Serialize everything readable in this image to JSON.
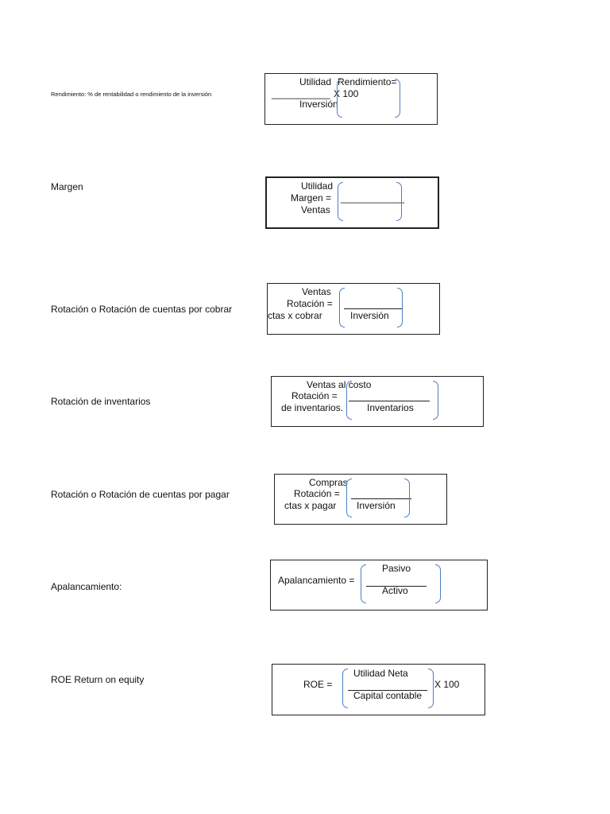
{
  "rows": {
    "rendimiento": {
      "label": "Rendimiento: % de rentabilidad o rendimiento de la inversión",
      "numerator": "Utilidad",
      "name": "Rendimiento=",
      "rule_text": "___________",
      "multiplier": "X 100",
      "denominator": "Inversión"
    },
    "margen": {
      "label": "Margen",
      "numerator": "Utilidad",
      "name": "Margen =",
      "rule_text": "____________",
      "denominator": "Ventas"
    },
    "rotacion_cobrar": {
      "label": "Rotación o Rotación de cuentas por cobrar",
      "numerator": "Ventas",
      "name_line1": "Rotación  =",
      "name_line2": "ctas x cobrar",
      "denominator": "Inversión"
    },
    "rotacion_inventarios": {
      "label": "Rotación de inventarios",
      "numerator": "Ventas al costo",
      "name_line1": "Rotación  =",
      "name_line2": "de inventarios.",
      "denominator": "Inventarios"
    },
    "rotacion_pagar": {
      "label": "Rotación o Rotación de cuentas por pagar",
      "numerator": "Compras",
      "name_line1": "Rotación  =",
      "name_line2": "ctas x pagar",
      "denominator": "Inversión"
    },
    "apalancamiento": {
      "label": "Apalancamiento:",
      "name": "Apalancamiento =",
      "numerator": "Pasivo",
      "denominator": "Activo"
    },
    "roe": {
      "label": "ROE  Return on equity",
      "name": "ROE   =",
      "numerator": "Utilidad Neta",
      "denominator": "Capital contable",
      "multiplier": "X 100"
    }
  }
}
